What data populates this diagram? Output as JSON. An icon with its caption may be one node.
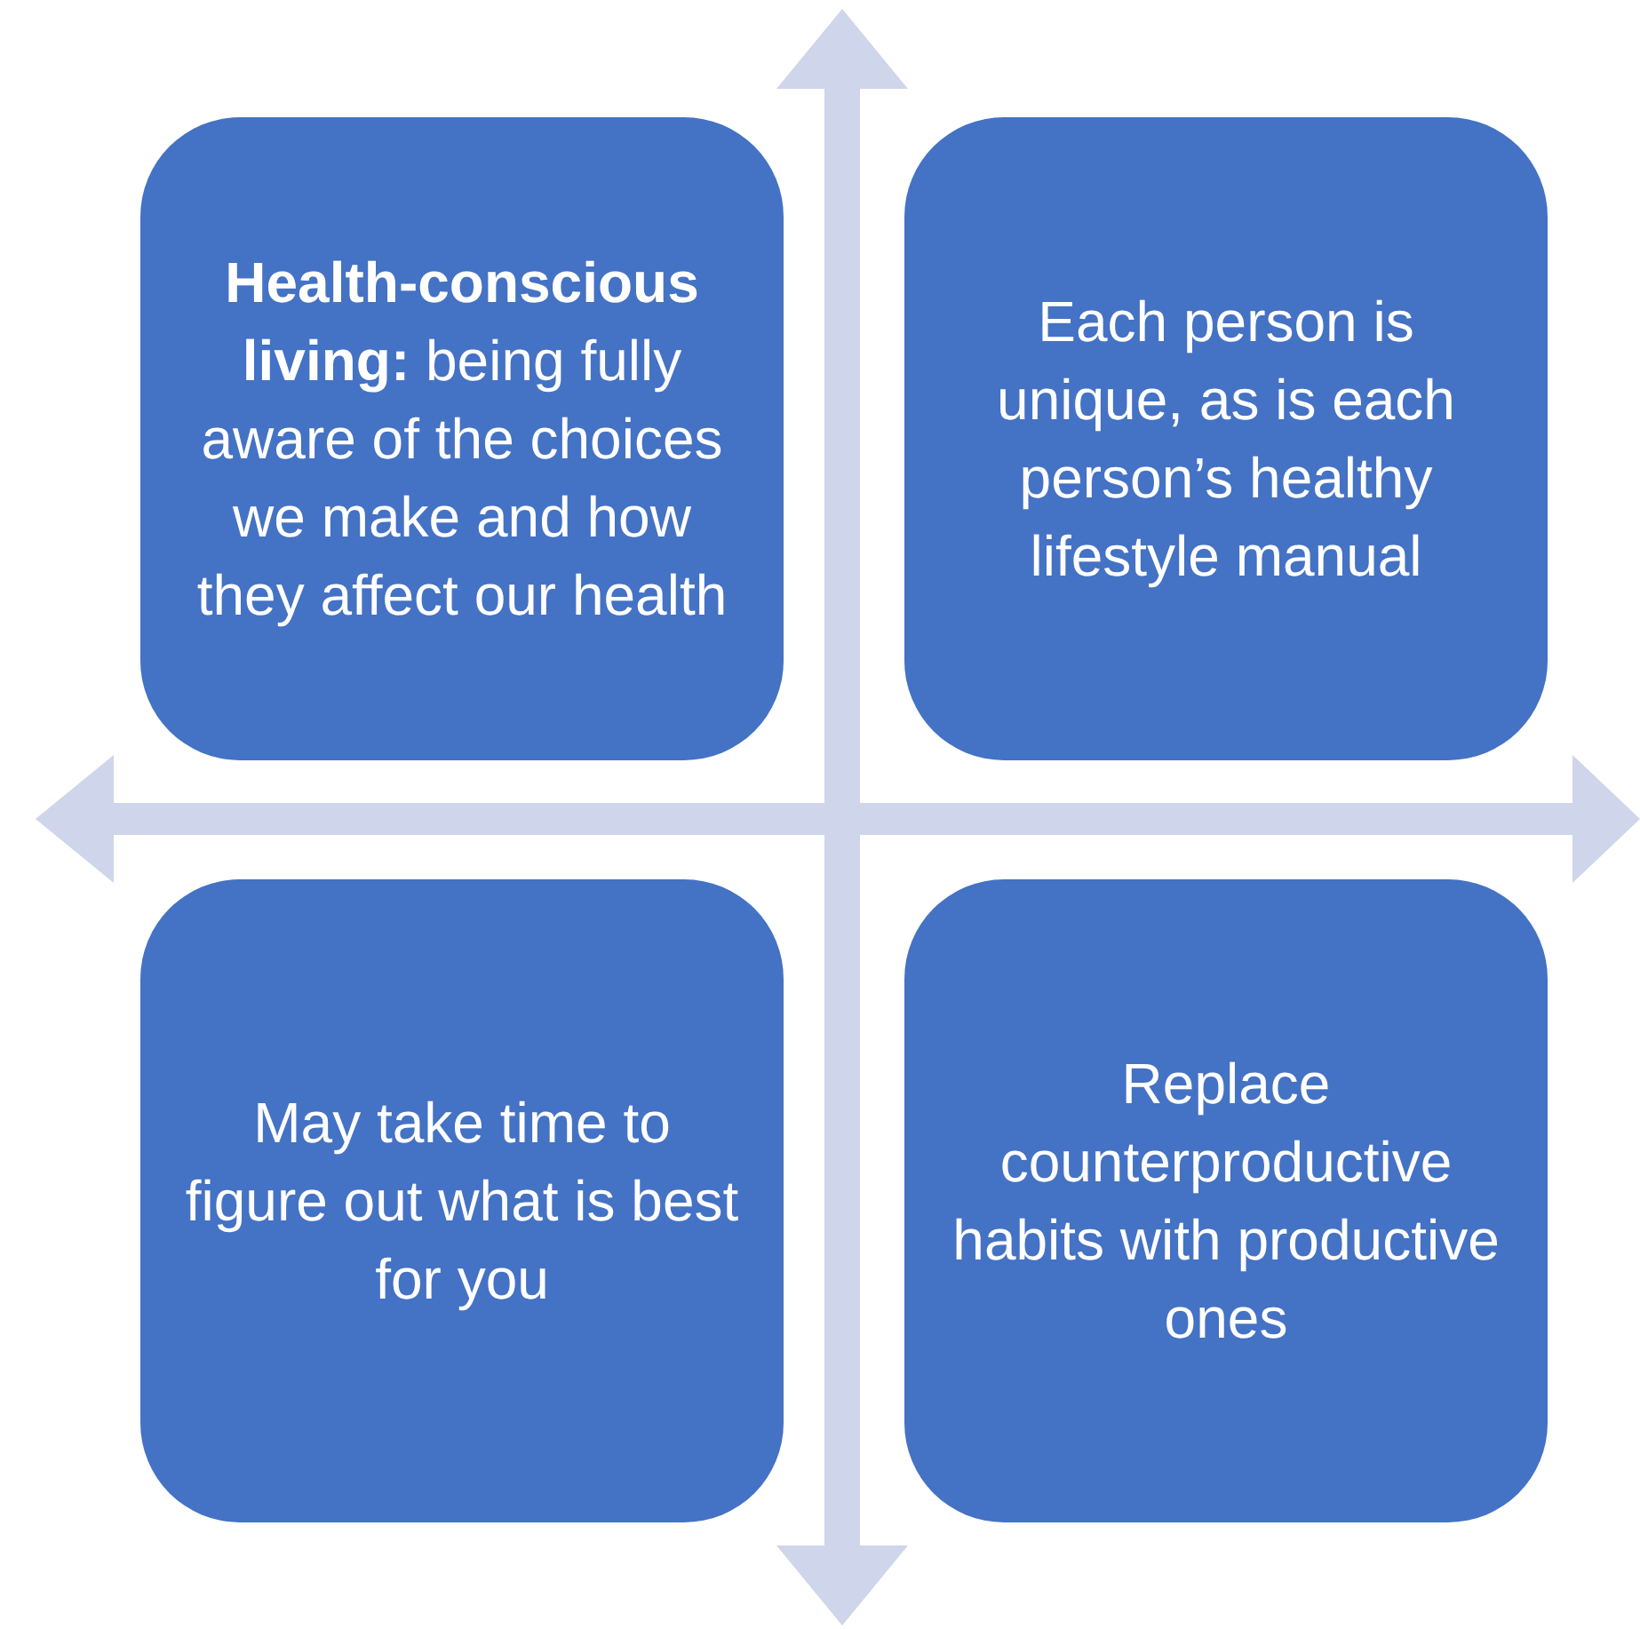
{
  "diagram": {
    "nodes": [
      {
        "text": [
          "**Health-conscious living:** being fully aware of the choices we make and how they affect our health"
        ]
      },
      {
        "text": [
          "Each person is unique, as is each person’s healthy lifestyle manual"
        ]
      },
      {
        "text": [
          "May take time to figure out what is best for you"
        ]
      },
      {
        "text": [
          "Replace counterproductive habits with productive ones"
        ]
      }
    ]
  }
}
